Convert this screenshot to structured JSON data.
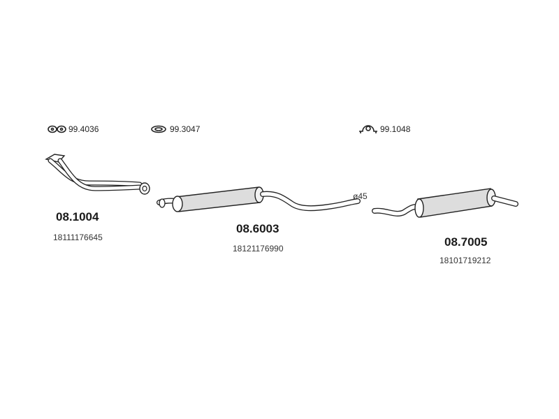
{
  "fittings": [
    {
      "icon": "flange-gasket-icon",
      "code": "99.4036"
    },
    {
      "icon": "ring-gasket-icon",
      "code": "99.3047"
    },
    {
      "icon": "pipe-clamp-icon",
      "code": "99.1048"
    }
  ],
  "parts": [
    {
      "icon": "front-pipe-icon",
      "part_number": "08.1004",
      "oem_number": "18111176645"
    },
    {
      "icon": "middle-silencer-icon",
      "part_number": "08.6003",
      "oem_number": "18121176990"
    },
    {
      "icon": "rear-silencer-icon",
      "part_number": "08.7005",
      "oem_number": "18101719212"
    }
  ],
  "pipe_diameter_label": "ø45",
  "colors": {
    "line": "#222222",
    "fill": "#ffffff",
    "shade": "#d9d9d9"
  }
}
